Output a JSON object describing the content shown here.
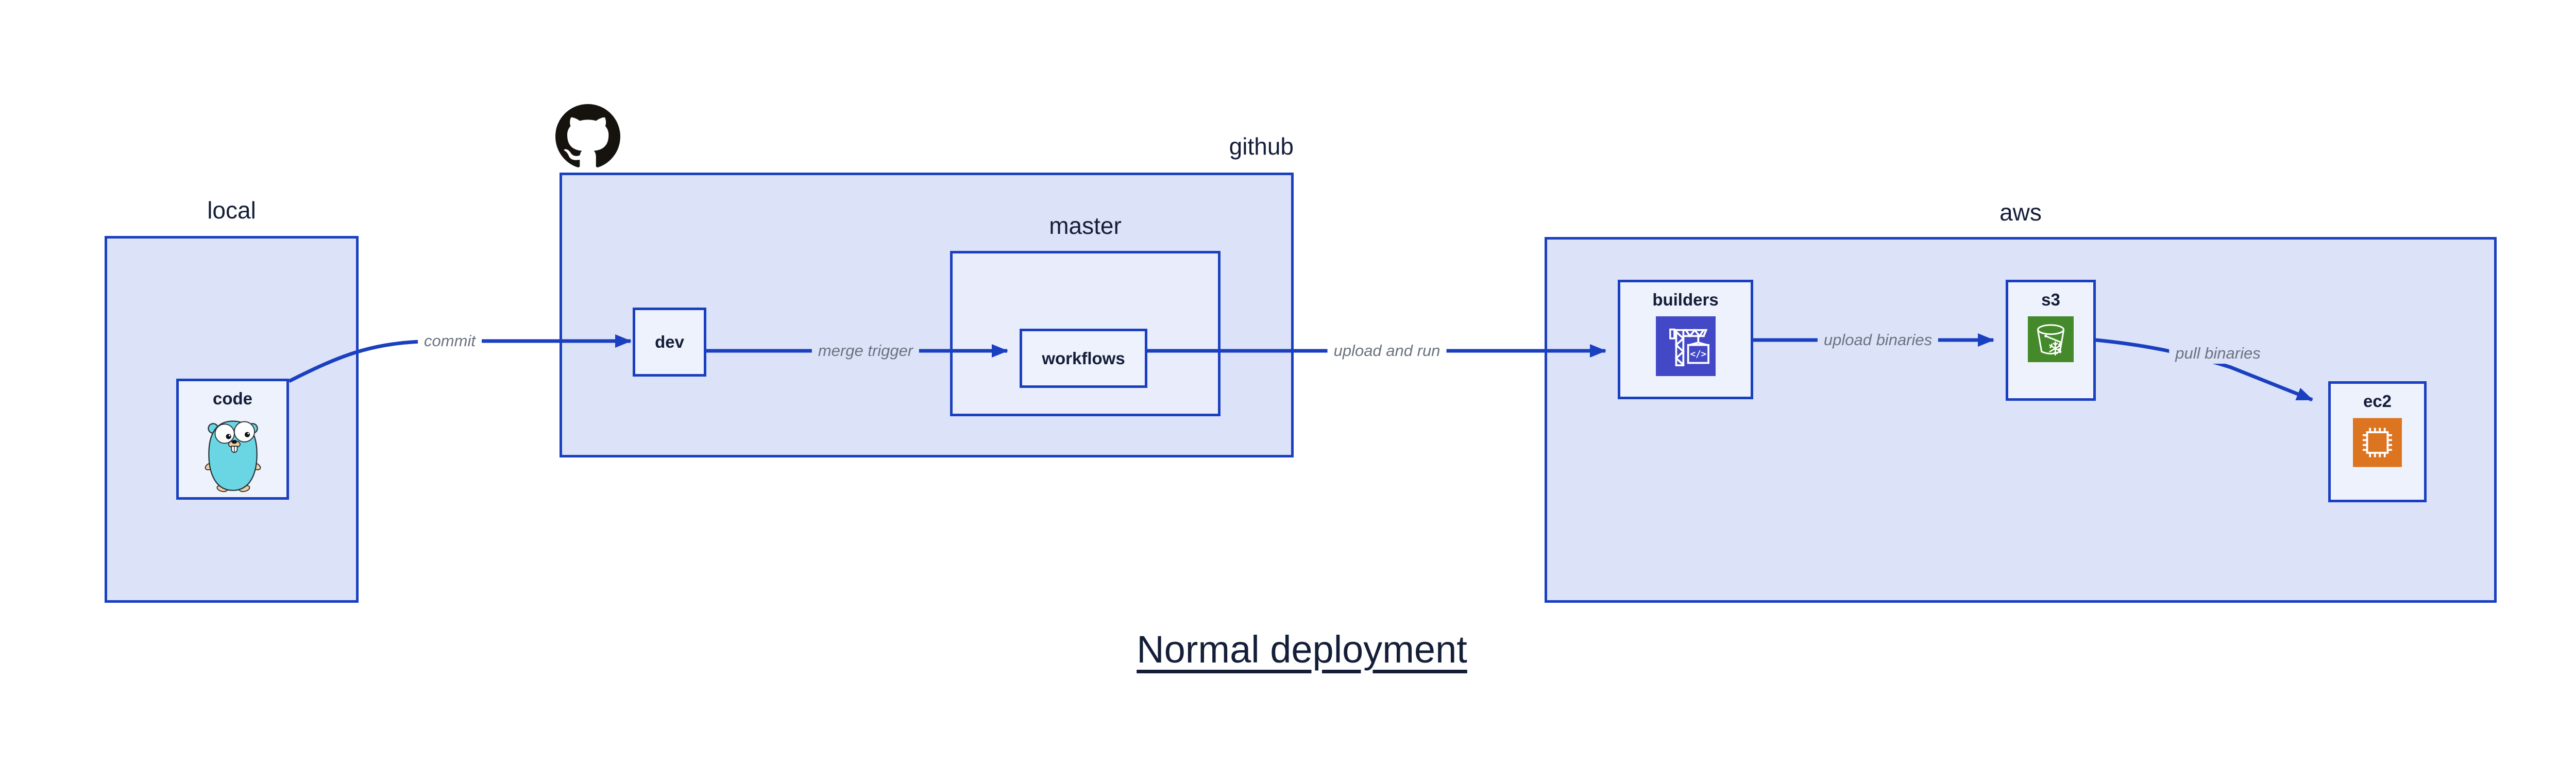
{
  "diagram": {
    "title": "Normal deployment",
    "containers": {
      "local": {
        "label": "local"
      },
      "github": {
        "label": "github"
      },
      "master": {
        "label": "master"
      },
      "aws": {
        "label": "aws"
      }
    },
    "nodes": {
      "code": {
        "label": "code",
        "icon": "go-gopher-icon"
      },
      "dev": {
        "label": "dev"
      },
      "workflows": {
        "label": "workflows"
      },
      "builders": {
        "label": "builders",
        "icon": "aws-codebuild-icon"
      },
      "s3": {
        "label": "s3",
        "icon": "aws-s3-bucket-icon"
      },
      "ec2": {
        "label": "ec2",
        "icon": "aws-ec2-chip-icon"
      }
    },
    "edges": [
      {
        "label": "commit",
        "from": "code",
        "to": "dev"
      },
      {
        "label": "merge trigger",
        "from": "dev",
        "to": "workflows"
      },
      {
        "label": "upload and run",
        "from": "workflows",
        "to": "builders"
      },
      {
        "label": "upload binaries",
        "from": "builders",
        "to": "s3"
      },
      {
        "label": "pull binaries",
        "from": "s3",
        "to": "ec2"
      }
    ],
    "logo": "github-octocat-logo"
  },
  "colors": {
    "canvas_bg": "#ffffff",
    "border": "#1a40c0",
    "arrow": "#1a40c0",
    "container_fill": "#dce3f8",
    "master_fill": "#e9edfb",
    "node_fill": "#eef2fc",
    "label_text": "#141e38",
    "edge_text": "#6b7280",
    "codebuild_purple": "#4349c6",
    "s3_green": "#44892a",
    "ec2_orange": "#dd7420",
    "gopher_teal": "#6bd6e3",
    "octocat_black": "#16130f"
  }
}
